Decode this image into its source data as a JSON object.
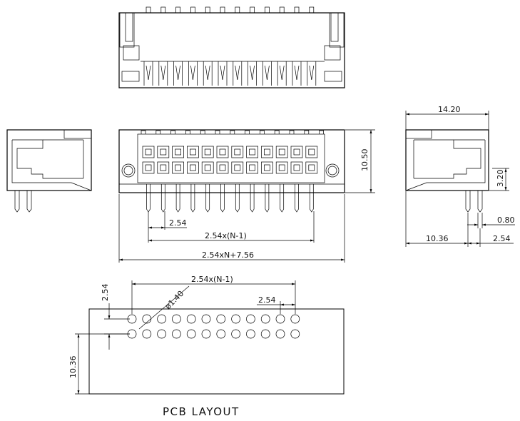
{
  "pcb_title": "PCB LAYOUT",
  "dimensions": {
    "pitch": "2.54",
    "pitch_span": "2.54x(N-1)",
    "overall_length": "2.54xN+7.56",
    "height": "10.50",
    "depth": "14.20",
    "pin_offset": "3.20",
    "pin_width": "0.80",
    "row_offset": "10.36",
    "row_pitch": "2.54",
    "hole_diameter": "ø1.40"
  },
  "pcb_layout": {
    "pin_columns": 12,
    "pin_rows": 2,
    "pitch_text": "2.54",
    "span_text": "2.54x(N-1)",
    "row_pitch_text": "2.54",
    "edge_offset_text": "10.36",
    "hole_text": "ø1.40"
  },
  "connector": {
    "positions": 12
  }
}
